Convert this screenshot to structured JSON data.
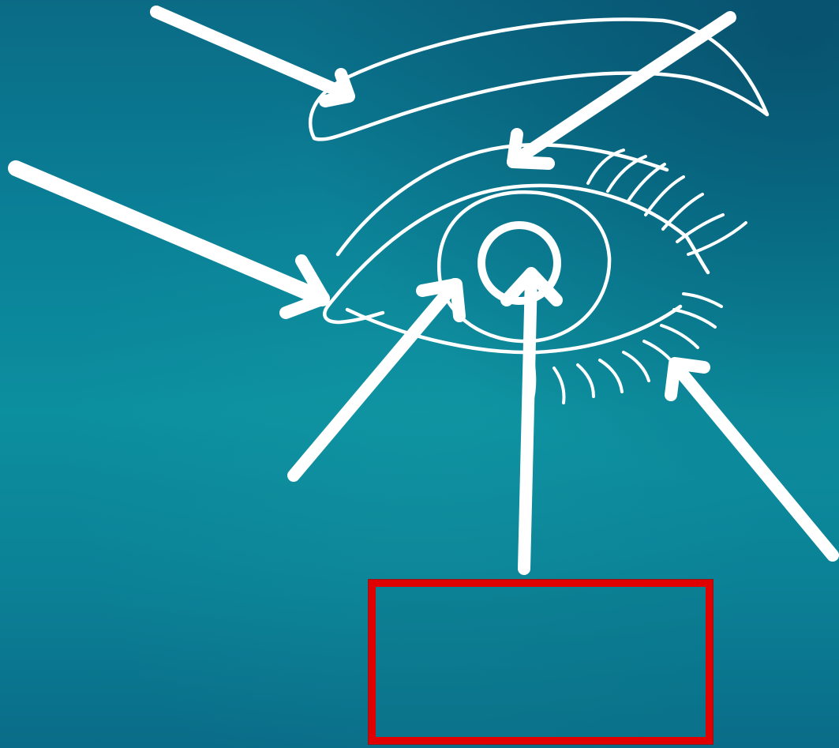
{
  "diagram": {
    "subject": "eye-outline",
    "line_color": "#ffffff",
    "background_color": "#0a8396",
    "highlight_color": "#e00000",
    "parts": [
      {
        "id": "eyebrow"
      },
      {
        "id": "upper-eyelid"
      },
      {
        "id": "inner-corner"
      },
      {
        "id": "iris"
      },
      {
        "id": "pupil"
      },
      {
        "id": "lower-lashes"
      }
    ]
  },
  "answer_box": {
    "label": ""
  }
}
